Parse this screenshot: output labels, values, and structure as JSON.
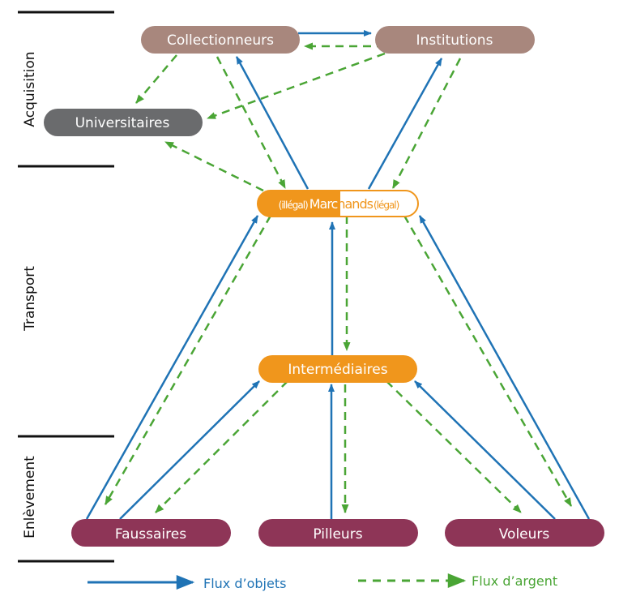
{
  "stages": [
    {
      "id": "acquisition",
      "label": "Acquisition"
    },
    {
      "id": "transport",
      "label": "Transport"
    },
    {
      "id": "removal",
      "label": "Enlèvement"
    }
  ],
  "nodes": {
    "collectors": {
      "label": "Collectionneurs",
      "color": "#a8877d"
    },
    "institutions": {
      "label": "Institutions",
      "color": "#a8877d"
    },
    "academics": {
      "label": "Universitaires",
      "color": "#6a6b6d"
    },
    "dealers": {
      "illegal_prefix": "(illégal)",
      "illegal_part": "Marc",
      "legal_part": "hands",
      "legal_suffix": "(légal)",
      "color": "#f0961c",
      "legal_fill": "#ffffff"
    },
    "intermediaries": {
      "label": "Intermédiaires",
      "color": "#f0961c"
    },
    "forgers": {
      "label": "Faussaires",
      "color": "#8e3557"
    },
    "looters": {
      "label": "Pilleurs",
      "color": "#8e3557"
    },
    "thieves": {
      "label": "Voleurs",
      "color": "#8e3557"
    }
  },
  "legend": {
    "objects": {
      "label": "Flux d’objets",
      "color": "#1f73b5"
    },
    "money": {
      "label": "Flux d’argent",
      "color": "#4aa535"
    }
  }
}
